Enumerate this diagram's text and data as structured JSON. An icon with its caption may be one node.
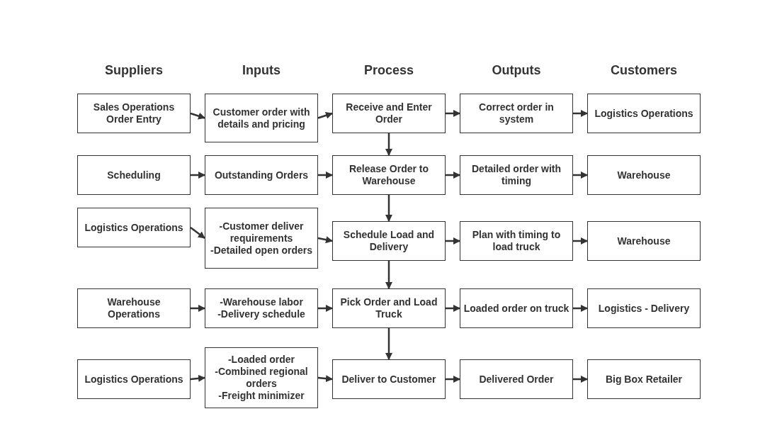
{
  "diagram": {
    "nodes": [
      {
        "text": [
          "Sales Operations Order Entry"
        ]
      },
      {
        "text": [
          "Customer order with details and pricing"
        ]
      },
      {
        "text": [
          "Receive and Enter Order"
        ]
      },
      {
        "text": [
          "Correct order in system"
        ]
      },
      {
        "text": [
          "Logistics Operations"
        ]
      },
      {
        "text": [
          "Scheduling"
        ]
      },
      {
        "text": [
          "Outstanding Orders"
        ]
      },
      {
        "text": [
          "Release Order to Warehouse"
        ]
      },
      {
        "text": [
          "Detailed order with timing"
        ]
      },
      {
        "text": [
          "Warehouse"
        ]
      },
      {
        "text": [
          "Logistics Operations"
        ]
      },
      {
        "text": [
          "-Customer deliver requirements",
          "-Detailed open orders"
        ]
      },
      {
        "text": [
          "Schedule Load and Delivery"
        ]
      },
      {
        "text": [
          "Plan with timing to load truck"
        ]
      },
      {
        "text": [
          "Warehouse"
        ]
      },
      {
        "text": [
          "Warehouse Operations"
        ]
      },
      {
        "text": [
          "-Warehouse labor",
          "-Delivery schedule"
        ]
      },
      {
        "text": [
          "Pick Order and Load Truck"
        ]
      },
      {
        "text": [
          "Loaded order on truck"
        ]
      },
      {
        "text": [
          "Logistics - Delivery"
        ]
      },
      {
        "text": [
          "Logistics Operations"
        ]
      },
      {
        "text": [
          "-Loaded order",
          "-Combined regional orders",
          "-Freight minimizer"
        ]
      },
      {
        "text": [
          "Deliver to Customer"
        ]
      },
      {
        "text": [
          "Delivered Order"
        ]
      },
      {
        "text": [
          "Big Box Retailer"
        ]
      }
    ],
    "edges": [
      {
        "from": 0,
        "to": 1,
        "arrow": "to"
      },
      {
        "from": 1,
        "to": 2,
        "arrow": "to"
      },
      {
        "from": 2,
        "to": 3,
        "arrow": "to"
      },
      {
        "from": 3,
        "to": 4,
        "arrow": "to"
      },
      {
        "from": 5,
        "to": 6,
        "arrow": "to"
      },
      {
        "from": 6,
        "to": 7,
        "arrow": "to"
      },
      {
        "from": 7,
        "to": 8,
        "arrow": "to"
      },
      {
        "from": 8,
        "to": 9,
        "arrow": "to"
      },
      {
        "from": 10,
        "to": 11,
        "arrow": "to"
      },
      {
        "from": 11,
        "to": 12,
        "arrow": "to"
      },
      {
        "from": 12,
        "to": 13,
        "arrow": "to"
      },
      {
        "from": 13,
        "to": 14,
        "arrow": "to"
      },
      {
        "from": 15,
        "to": 16,
        "arrow": "to"
      },
      {
        "from": 16,
        "to": 17,
        "arrow": "to"
      },
      {
        "from": 17,
        "to": 18,
        "arrow": "to"
      },
      {
        "from": 18,
        "to": 19,
        "arrow": "to"
      },
      {
        "from": 20,
        "to": 21,
        "arrow": "to"
      },
      {
        "from": 21,
        "to": 22,
        "arrow": "to"
      },
      {
        "from": 22,
        "to": 23,
        "arrow": "to"
      },
      {
        "from": 23,
        "to": 24,
        "arrow": "to"
      },
      {
        "from": 2,
        "to": 7,
        "arrow": "to"
      },
      {
        "from": 7,
        "to": 12,
        "arrow": "to"
      },
      {
        "from": 12,
        "to": 17,
        "arrow": "to"
      },
      {
        "from": 17,
        "to": 22,
        "arrow": "to"
      }
    ],
    "labels": [
      "Suppliers",
      "Inputs",
      "Process",
      "Outputs",
      "Customers"
    ]
  }
}
